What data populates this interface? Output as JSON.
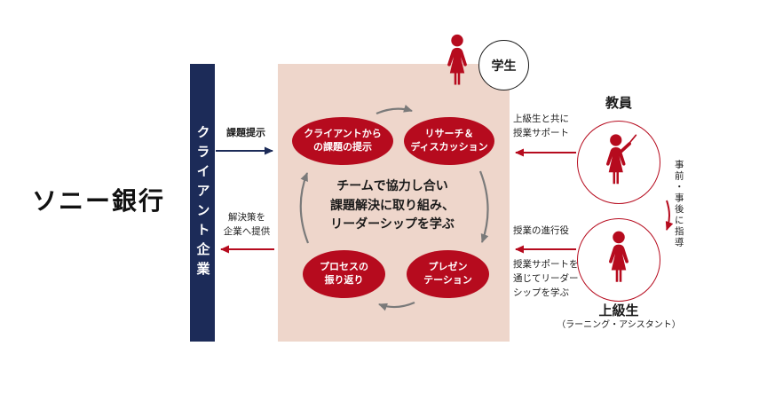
{
  "colors": {
    "navy": "#1c2b58",
    "red": "#b60b1e",
    "pink": "#eed6cb",
    "gray": "#7a7a7a"
  },
  "left": {
    "company": "ソニー銀行",
    "client_bar": "クライアント企業",
    "assignment_label": "課題提示",
    "solution_label": "解決策を\n企業へ提供"
  },
  "student": {
    "label": "学生"
  },
  "cycle": {
    "center_text": "チームで協力し合い\n課題解決に取り組み、\nリーダーシップを学ぶ",
    "steps": [
      {
        "label": "クライアントから\nの課題の提示"
      },
      {
        "label": "リサーチ＆\nディスカッション"
      },
      {
        "label": "プレゼン\nテーション"
      },
      {
        "label": "プロセスの\n振り返り"
      }
    ]
  },
  "teacher": {
    "label": "教員",
    "support_note": "上級生と共に\n授業サポート",
    "guidance_note": "事前・事後に指導"
  },
  "senior": {
    "label": "上級生",
    "sublabel": "（ラーニング・アシスタント）",
    "facilitator_note": "授業の進行役",
    "learning_note": "授業サポートを\n通じてリーダー\nシップを学ぶ"
  }
}
